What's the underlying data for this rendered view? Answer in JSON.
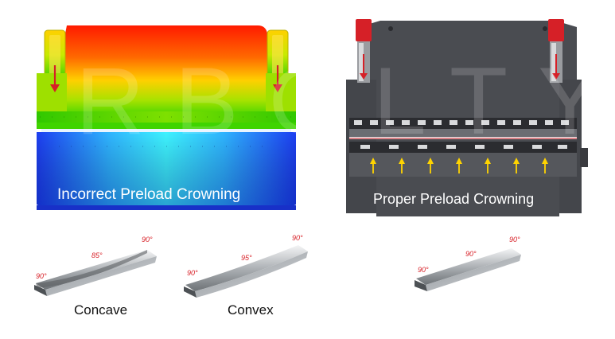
{
  "left_panel": {
    "caption": "Incorrect Preload Crowning"
  },
  "right_panel": {
    "caption": "Proper  Preload Crowning"
  },
  "watermark": "RBQLTY",
  "samples": [
    {
      "caption": "Concave",
      "angles": [
        "90°",
        "85°",
        "90°"
      ]
    },
    {
      "caption": "Convex",
      "angles": [
        "90°",
        "95°",
        "90°"
      ]
    },
    {
      "caption": "",
      "angles": [
        "90°",
        "90°",
        "90°"
      ]
    }
  ],
  "colors": {
    "heat_high": "#ff1a00",
    "heat_low": "#1a3df0",
    "machine_body": "#4a4c51",
    "cylinder_red": "#d62027",
    "arrow_yellow": "#ffd400",
    "angle_red": "#d8232a"
  }
}
